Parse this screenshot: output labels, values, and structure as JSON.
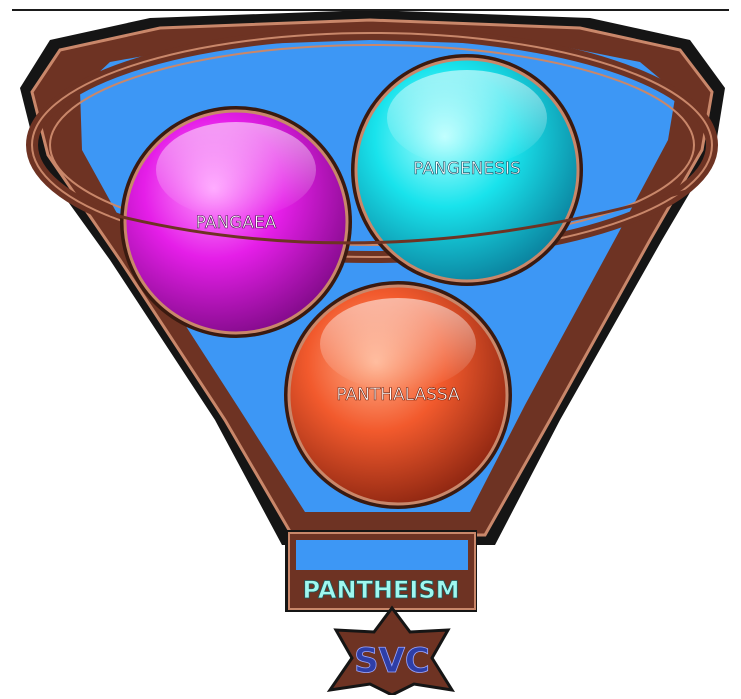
{
  "diagram": {
    "bubbles": [
      {
        "id": "pangaea",
        "label": "PANGAEA",
        "color": "#e51ee8"
      },
      {
        "id": "pangenesis",
        "label": "PANGENESIS",
        "color": "#19e3ec"
      },
      {
        "id": "panthalassa",
        "label": "PANTHALASSA",
        "color": "#f25a2d"
      }
    ],
    "outlet_label": "PANTHEISM",
    "badge_text": "SVC"
  },
  "colors": {
    "funnel_brown": "#6e3323",
    "funnel_edge": "#c9876a",
    "fill_blue": "#3d97f5",
    "outlet_text": "#9ff8f0",
    "badge_text": "#2e3ea7"
  }
}
